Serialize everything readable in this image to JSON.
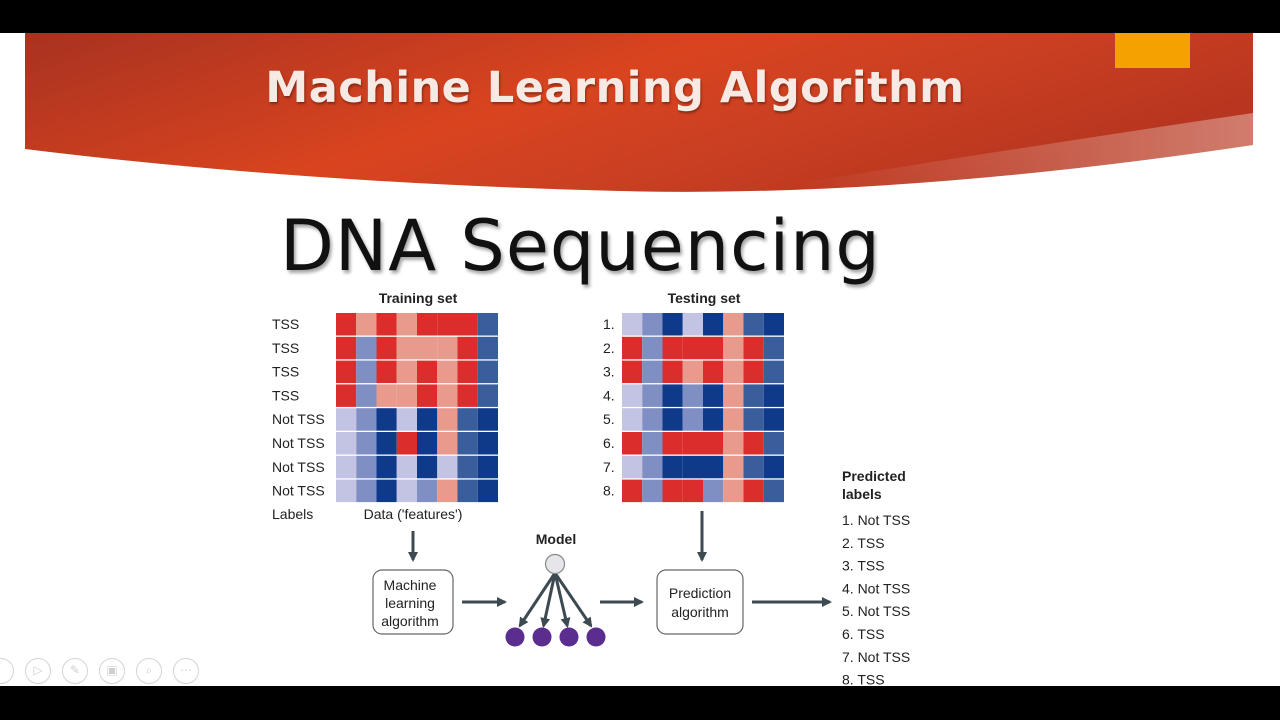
{
  "slide": {
    "title": "Machine Learning Algorithm",
    "subtitle": "DNA Sequencing"
  },
  "diagram": {
    "training_set": {
      "title": "Training set",
      "row_labels": [
        "TSS",
        "TSS",
        "TSS",
        "TSS",
        "Not TSS",
        "Not TSS",
        "Not TSS",
        "Not TSS"
      ],
      "labels_caption": "Labels",
      "data_caption": "Data ('features')",
      "cells": [
        [
          "R",
          "P",
          "R",
          "P",
          "R",
          "R",
          "R",
          "N"
        ],
        [
          "R",
          "M",
          "R",
          "P",
          "P",
          "P",
          "R",
          "N"
        ],
        [
          "R",
          "M",
          "R",
          "P",
          "R",
          "P",
          "R",
          "N"
        ],
        [
          "R",
          "M",
          "P",
          "P",
          "R",
          "P",
          "R",
          "N"
        ],
        [
          "L",
          "M",
          "D",
          "L",
          "D",
          "P",
          "N",
          "D"
        ],
        [
          "L",
          "M",
          "D",
          "R",
          "D",
          "P",
          "N",
          "D"
        ],
        [
          "L",
          "M",
          "D",
          "L",
          "D",
          "L",
          "N",
          "D"
        ],
        [
          "L",
          "M",
          "D",
          "L",
          "M",
          "P",
          "N",
          "D"
        ]
      ]
    },
    "testing_set": {
      "title": "Testing set",
      "row_labels": [
        "1.",
        "2.",
        "3.",
        "4.",
        "5.",
        "6.",
        "7.",
        "8."
      ],
      "cells": [
        [
          "L",
          "M",
          "D",
          "L",
          "D",
          "P",
          "N",
          "D"
        ],
        [
          "R",
          "M",
          "R",
          "R",
          "R",
          "P",
          "R",
          "N"
        ],
        [
          "R",
          "M",
          "R",
          "P",
          "R",
          "P",
          "R",
          "N"
        ],
        [
          "L",
          "M",
          "D",
          "M",
          "D",
          "P",
          "N",
          "D"
        ],
        [
          "L",
          "M",
          "D",
          "M",
          "D",
          "P",
          "N",
          "D"
        ],
        [
          "R",
          "M",
          "R",
          "R",
          "R",
          "P",
          "R",
          "N"
        ],
        [
          "L",
          "M",
          "D",
          "D",
          "D",
          "P",
          "N",
          "D"
        ],
        [
          "R",
          "M",
          "R",
          "R",
          "M",
          "P",
          "R",
          "N"
        ]
      ]
    },
    "cell_colors": {
      "R": "#dc2d2d",
      "P": "#e89a8c",
      "L": "#c3c3e3",
      "M": "#7f8fc4",
      "D": "#0f3a8a",
      "N": "#3a5d9c"
    },
    "ml_box_label": [
      "Machine",
      "learning",
      "algorithm"
    ],
    "model_label": "Model",
    "prediction_box_label": [
      "Prediction",
      "algorithm"
    ],
    "predicted_labels": {
      "heading": [
        "Predicted",
        "labels"
      ],
      "items": [
        "1. Not TSS",
        "2. TSS",
        "3. TSS",
        "4. Not TSS",
        "5. Not TSS",
        "6. TSS",
        "7. Not TSS",
        "8. TSS"
      ]
    },
    "model_node_color": "#e6e6ea",
    "model_output_color": "#5b2d8e"
  },
  "toolbar": {
    "icons": [
      "back-icon",
      "play-icon",
      "pen-icon",
      "slides-icon",
      "zoom-icon",
      "more-icon"
    ],
    "glyphs": [
      "",
      "▷",
      "✎",
      "▣",
      "⌕",
      "⋯"
    ]
  },
  "colors": {
    "header_dark": "#b53620",
    "header_bright": "#e5512a",
    "accent": "#f5a200"
  }
}
